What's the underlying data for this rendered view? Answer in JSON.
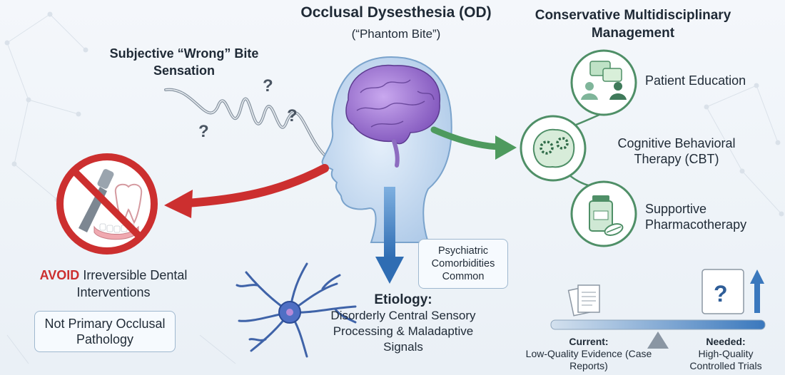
{
  "title": "Occlusal Dysesthesia (OD)",
  "subtitle": "(“Phantom Bite”)",
  "left": {
    "sensation": "Subjective “Wrong” Bite Sensation",
    "avoid_word": "AVOID",
    "avoid_rest": "Irreversible Dental Interventions",
    "not_primary": "Not Primary Occlusal Pathology"
  },
  "center": {
    "psychiatric": "Psychiatric Comorbidities Common",
    "etiology_label": "Etiology:",
    "etiology_text": "Disorderly Central Sensory Processing & Maladaptive Signals"
  },
  "right": {
    "heading": "Conservative Multidisciplinary Management",
    "items": [
      {
        "label": "Patient Education"
      },
      {
        "label": "Cognitive Behavioral Therapy (CBT)"
      },
      {
        "label": "Supportive Pharmacotherapy"
      }
    ]
  },
  "evidence": {
    "current_label": "Current:",
    "current_text": "Low-Quality Evidence (Case Reports)",
    "needed_label": "Needed:",
    "needed_text": "High-Quality Controlled Trials"
  },
  "colors": {
    "red": "#cc2f2f",
    "green": "#4e9a5e",
    "blue": "#3f7fc4",
    "brain": "#9b6fd1",
    "node_ring": "#4f8f67"
  }
}
